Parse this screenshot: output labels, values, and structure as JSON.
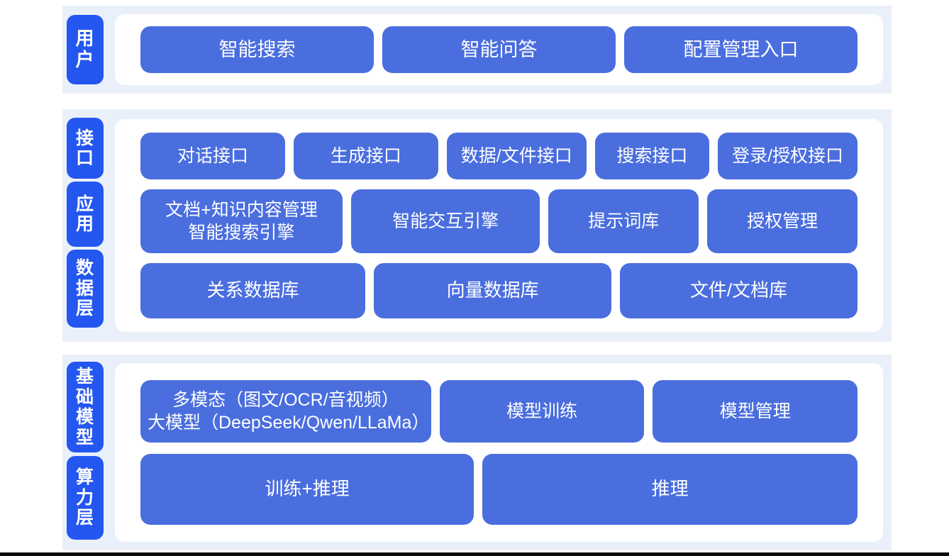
{
  "diagram": {
    "colors": {
      "band_background": "#eaf0f9",
      "panel_background": "#ffffff",
      "tab_blue": "#2457ef",
      "box_blue": "#4a6ede",
      "box_text": "#ffffff",
      "page_background": "#ffffff"
    },
    "blocks": [
      {
        "id": "user",
        "tabs": [
          {
            "label": "用户",
            "chars": [
              "用",
              "户"
            ]
          }
        ],
        "rows": [
          {
            "id": "user-row",
            "boxes": [
              {
                "label": "智能搜索"
              },
              {
                "label": "智能问答"
              },
              {
                "label": "配置管理入口"
              }
            ]
          }
        ]
      },
      {
        "id": "middle",
        "tabs": [
          {
            "label": "接口",
            "chars": [
              "接",
              "口"
            ]
          },
          {
            "label": "应用",
            "chars": [
              "应",
              "用"
            ]
          },
          {
            "label": "数据层",
            "chars": [
              "数",
              "据",
              "层"
            ]
          }
        ],
        "rows": [
          {
            "id": "interface-row",
            "boxes": [
              {
                "label": "对话接口"
              },
              {
                "label": "生成接口"
              },
              {
                "label": "数据/文件接口"
              },
              {
                "label": "搜索接口"
              },
              {
                "label": "登录/授权接口"
              }
            ]
          },
          {
            "id": "application-row",
            "boxes": [
              {
                "label": "文档+知识内容管理\n智能搜索引擎"
              },
              {
                "label": "智能交互引擎"
              },
              {
                "label": "提示词库"
              },
              {
                "label": "授权管理"
              }
            ]
          },
          {
            "id": "data-row",
            "boxes": [
              {
                "label": "关系数据库"
              },
              {
                "label": "向量数据库"
              },
              {
                "label": "文件/文档库"
              }
            ]
          }
        ]
      },
      {
        "id": "base",
        "tabs": [
          {
            "label": "基础模型",
            "chars": [
              "基",
              "础",
              "模",
              "型"
            ]
          },
          {
            "label": "算力层",
            "chars": [
              "算",
              "力",
              "层"
            ]
          }
        ],
        "rows": [
          {
            "id": "model-row",
            "boxes": [
              {
                "label": "多模态（图文/OCR/音视频）\n大模型（DeepSeek/Qwen/LLaMa）"
              },
              {
                "label": "模型训练"
              },
              {
                "label": "模型管理"
              }
            ]
          },
          {
            "id": "power-row",
            "boxes": [
              {
                "label": "训练+推理"
              },
              {
                "label": "推理"
              }
            ]
          }
        ]
      }
    ]
  }
}
